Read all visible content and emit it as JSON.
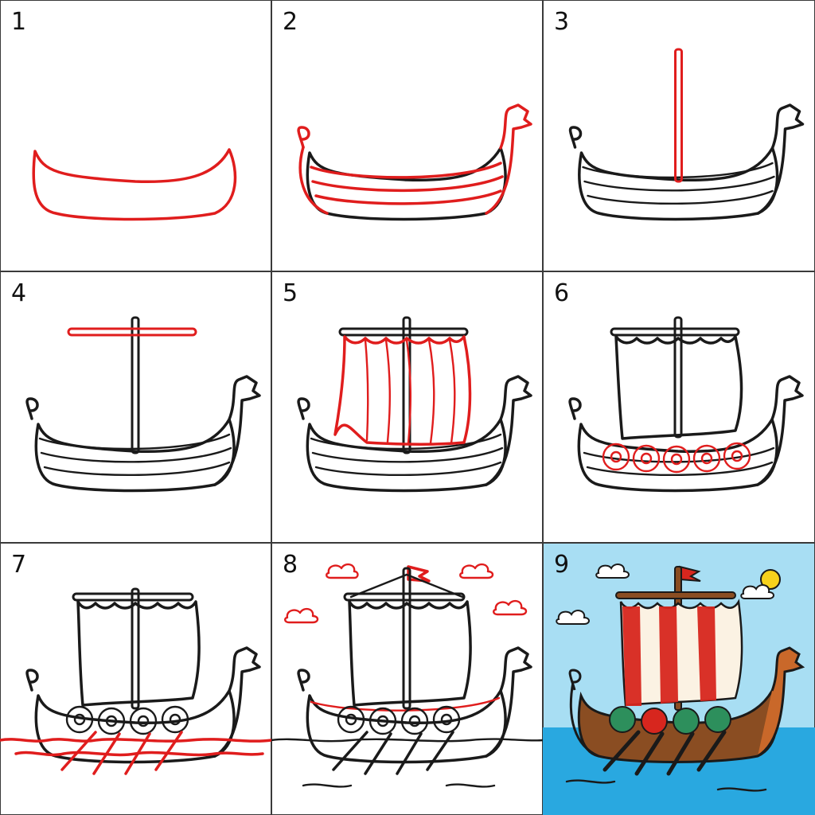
{
  "steps": [
    {
      "number": "1"
    },
    {
      "number": "2"
    },
    {
      "number": "3"
    },
    {
      "number": "4"
    },
    {
      "number": "5"
    },
    {
      "number": "6"
    },
    {
      "number": "7"
    },
    {
      "number": "8"
    },
    {
      "number": "9"
    }
  ],
  "colors": {
    "highlight": "#e01d1d",
    "outline": "#1a1a1a",
    "sky": "#a8def3",
    "sea": "#29a8e0",
    "hull": "#8a4d22",
    "sail_stripe": "#d7261e",
    "sun": "#f7d21c"
  }
}
